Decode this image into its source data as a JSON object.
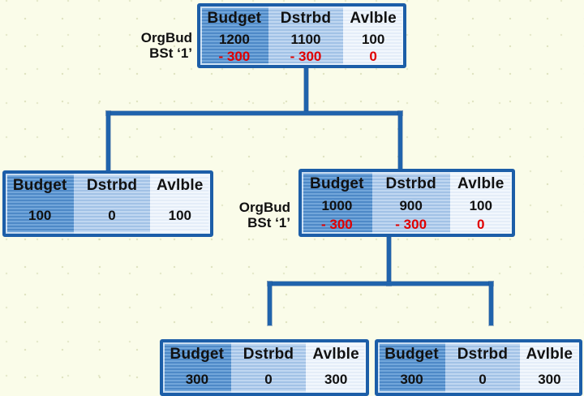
{
  "canvas": {
    "background": "#fafce9"
  },
  "colors": {
    "connector_line": "#2063ac",
    "table_border": "#1c5ea8",
    "budget_column_fill": "#5e95cf",
    "dstrbd_column_fill": "#b1cdec",
    "avlble_column_fill": "#ebf2fa",
    "negative_value": "#e00000",
    "text": "#111111"
  },
  "headers": [
    "Budget",
    "Dstrbd",
    "Avlble"
  ],
  "labels": {
    "root": {
      "line1": "OrgBud",
      "line2": "BSt ‘1’"
    },
    "child": {
      "line1": "OrgBud",
      "line2": "BSt ‘1’"
    }
  },
  "tables": {
    "root": {
      "budget": "1200",
      "dstrbd": "1100",
      "avlble": "100",
      "budget_adj": "- 300",
      "dstrbd_adj": "- 300",
      "avlble_adj": "0"
    },
    "child_left": {
      "budget": "100",
      "dstrbd": "0",
      "avlble": "100"
    },
    "child_right": {
      "budget": "1000",
      "dstrbd": "900",
      "avlble": "100",
      "budget_adj": "- 300",
      "dstrbd_adj": "- 300",
      "avlble_adj": "0"
    },
    "leaf_left": {
      "budget": "300",
      "dstrbd": "0",
      "avlble": "300"
    },
    "leaf_right": {
      "budget": "300",
      "dstrbd": "0",
      "avlble": "300"
    }
  }
}
